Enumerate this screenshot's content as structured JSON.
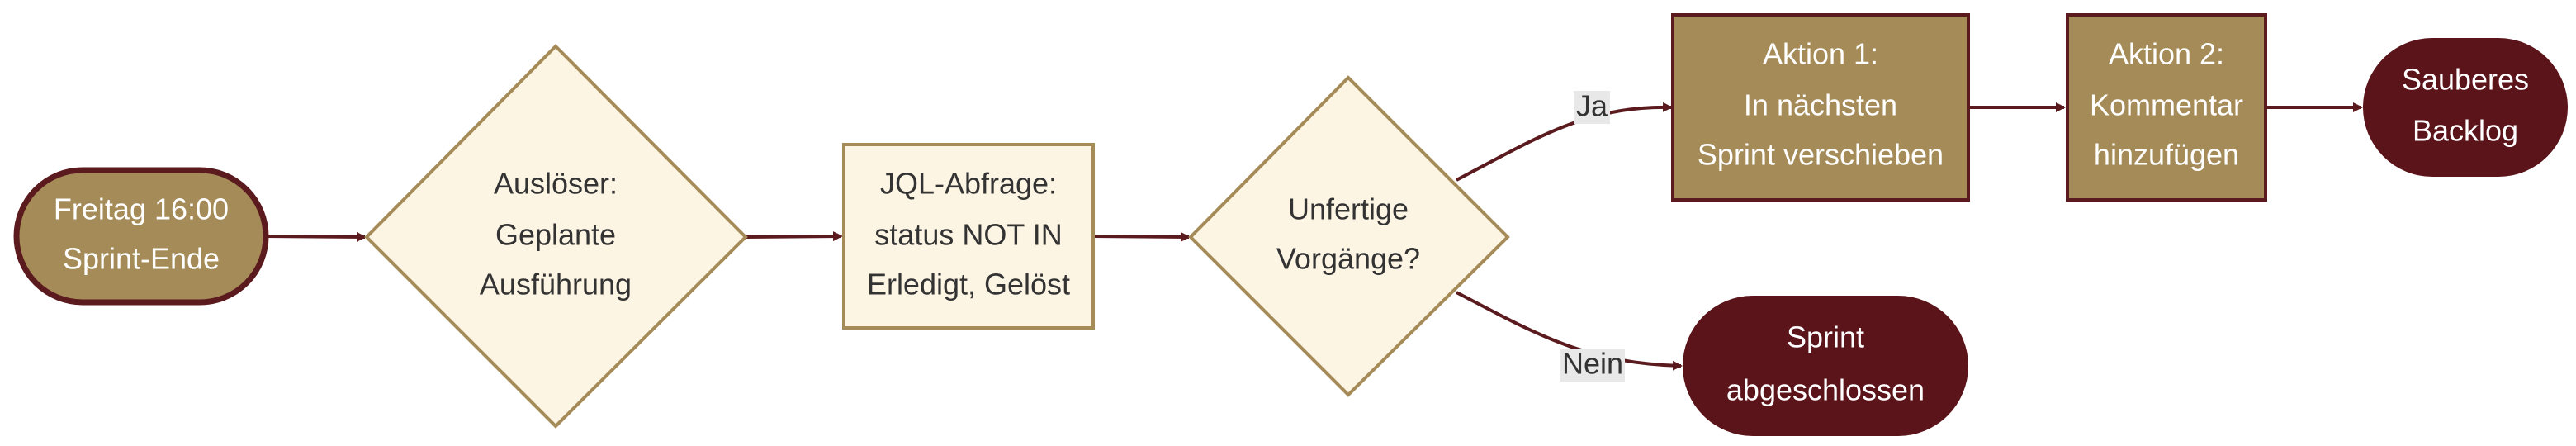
{
  "colors": {
    "line": "#5a1a1e",
    "decision_fill": "#fdf5e4",
    "decision_stroke": "#a58b58",
    "process_light_fill": "#fdf5e4",
    "process_dark_fill": "#a58b58",
    "terminal_dark_fill": "#5a141a",
    "text_dark": "#333333",
    "text_light": "#ffffff",
    "edge_label_bg": "#e8e8e8"
  },
  "nodes": {
    "start": {
      "line1": "Freitag 16:00",
      "line2": "Sprint-Ende"
    },
    "trigger": {
      "line1": "Auslöser:",
      "line2": "Geplante",
      "line3": "Ausführung"
    },
    "query": {
      "line1": "JQL-Abfrage:",
      "line2": "status NOT IN",
      "line3": "Erledigt, Gelöst"
    },
    "decision": {
      "line1": "Unfertige",
      "line2": "Vorgänge?"
    },
    "action1": {
      "line1": "Aktion 1:",
      "line2": "In nächsten",
      "line3": "Sprint verschieben"
    },
    "action2": {
      "line1": "Aktion 2:",
      "line2": "Kommentar",
      "line3": "hinzufügen"
    },
    "clean": {
      "line1": "Sauberes",
      "line2": "Backlog"
    },
    "done": {
      "line1": "Sprint",
      "line2": "abgeschlossen"
    }
  },
  "edges": {
    "yes_label": "Ja",
    "no_label": "Nein"
  }
}
